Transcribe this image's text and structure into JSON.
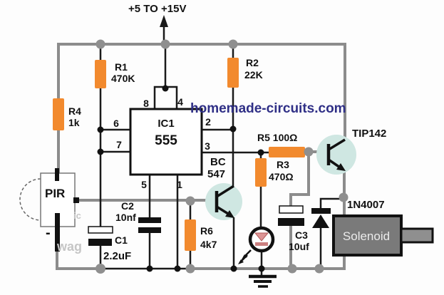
{
  "diagram": {
    "supply_label": "+5 TO +15V",
    "watermark": "homemade-circuits.com",
    "watermark_remnants": {
      "a": "ic",
      "b": "wag"
    },
    "ic1": {
      "ref": "IC1",
      "part": "555",
      "pin8": "8",
      "pin4": "4",
      "pin6": "6",
      "pin7": "7",
      "pin2": "2",
      "pin3": "3",
      "pin5": "5",
      "pin1": "1"
    },
    "r1": {
      "ref": "R1",
      "val": "470K"
    },
    "r2": {
      "ref": "R2",
      "val": "22K"
    },
    "r3": {
      "ref": "R3",
      "val": "470Ω"
    },
    "r4": {
      "ref": "R4",
      "val": "1k"
    },
    "r5": {
      "label": "R5 100Ω"
    },
    "r6": {
      "ref": "R6",
      "val": "4k7"
    },
    "c1": {
      "ref": "C1",
      "val": "2.2uF"
    },
    "c2": {
      "ref": "C2",
      "val": "10nf"
    },
    "c3": {
      "ref": "C3",
      "val": "10uf"
    },
    "q1": {
      "line1": "BC",
      "line2": "547"
    },
    "q2": {
      "label": "TIP142"
    },
    "d1": {
      "label": "1N4007"
    },
    "pir": {
      "label": "PIR",
      "minus_label": "-"
    },
    "solenoid": {
      "label": "Solenoid"
    }
  },
  "colors": {
    "wire_gray": "#8c8c8c",
    "wire_dark": "#1a1a1a",
    "resistor_orange": "#f28a2e",
    "transistor_fill": "#cfe7e2",
    "watermark_blue": "#2f2f86",
    "solenoid_gray": "#7a7a7a",
    "led_red": "#d98f8f"
  }
}
